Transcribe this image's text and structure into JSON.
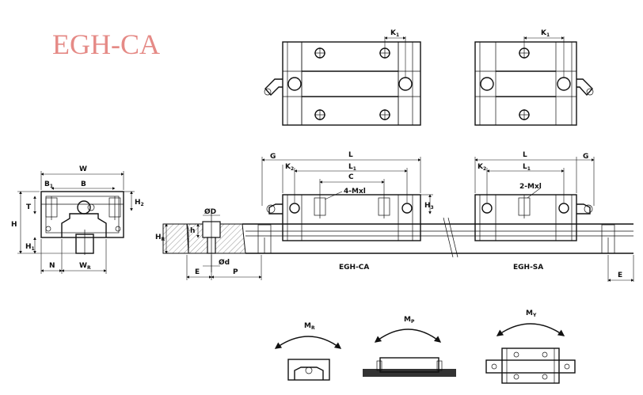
{
  "title": "EGH-CA",
  "captions": {
    "ca": "EGH-CA",
    "sa": "EGH-SA"
  },
  "top_views": {
    "k1": "K",
    "k1_sub": "1"
  },
  "front_view": {
    "W": "W",
    "B": "B",
    "B1": "B",
    "B1_sub": "1",
    "T": "T",
    "H": "H",
    "H1": "H",
    "H1_sub": "1",
    "H2": "H",
    "H2_sub": "2",
    "N": "N",
    "WR": "W",
    "WR_sub": "R"
  },
  "rail_section": {
    "D": "ØD",
    "d": "Ød",
    "h": "h",
    "HR": "H",
    "HR_sub": "R",
    "E": "E",
    "P": "P"
  },
  "side_ca": {
    "G": "G",
    "L": "L",
    "L1": "L",
    "L1_sub": "1",
    "K2": "K",
    "K2_sub": "2",
    "C": "C",
    "holes": "4-Mxl",
    "H3": "H",
    "H3_sub": "3"
  },
  "side_sa": {
    "G": "G",
    "L": "L",
    "L1": "L",
    "L1_sub": "1",
    "K2": "K",
    "K2_sub": "2",
    "holes": "2-Mxl",
    "E": "E"
  },
  "moments": {
    "mr": "M",
    "mr_sub": "R",
    "mp": "M",
    "mp_sub": "P",
    "my": "M",
    "my_sub": "Y"
  }
}
